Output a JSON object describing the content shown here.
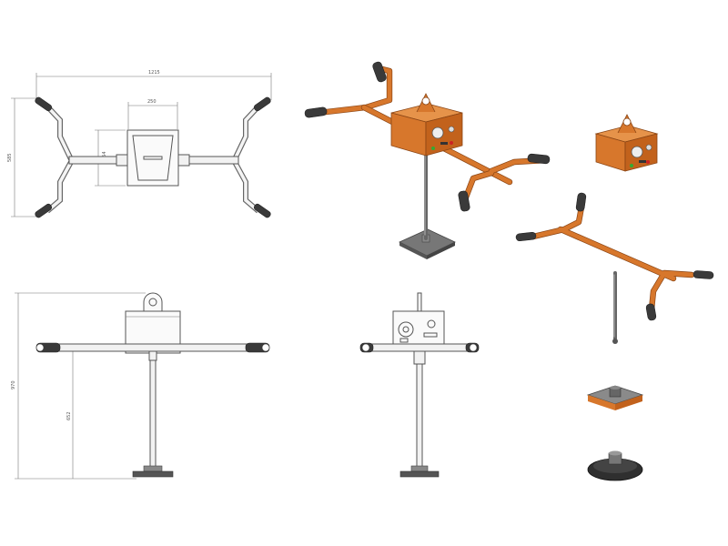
{
  "drawing": {
    "top_view": {
      "width_dimension": "1215",
      "height_dimension": "585",
      "box_width_dimension": "250",
      "box_height_dimension": "264"
    },
    "front_view": {
      "total_height_dimension": "970",
      "post_height_dimension": "652"
    },
    "colors": {
      "body": "#d7772c",
      "grip": "#3a3a3a",
      "line": "#555555",
      "base": "#555555"
    }
  }
}
